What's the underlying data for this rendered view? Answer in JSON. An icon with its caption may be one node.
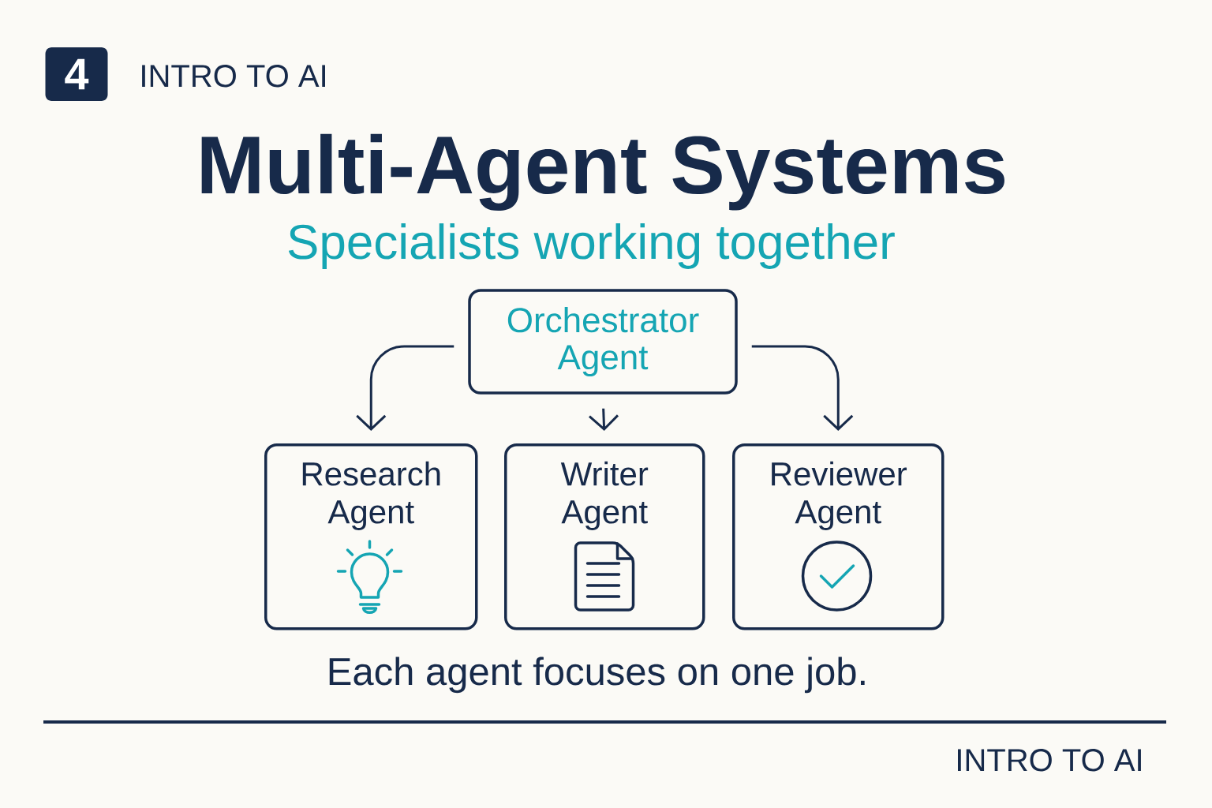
{
  "diagram": {
    "title": "Multi-Agent Systems",
    "caption": "Each agent focuses on one job.",
    "nodes": [
      {
        "text": [
          "4"
        ]
      },
      {
        "text": [
          "Orchestrator Agent"
        ]
      },
      {
        "text": [
          "Research Agent"
        ]
      },
      {
        "text": [
          "Writer Agent"
        ]
      },
      {
        "text": [
          "Reviewer Agent"
        ]
      }
    ],
    "edges": [
      {
        "from": 1,
        "to": 2,
        "arrow": "to"
      },
      {
        "from": 1,
        "to": 3,
        "arrow": "to"
      },
      {
        "from": 1,
        "to": 4,
        "arrow": "to"
      }
    ],
    "labels": [
      "INTRO TO AI",
      "Specialists working together",
      "INTRO TO AI"
    ]
  }
}
